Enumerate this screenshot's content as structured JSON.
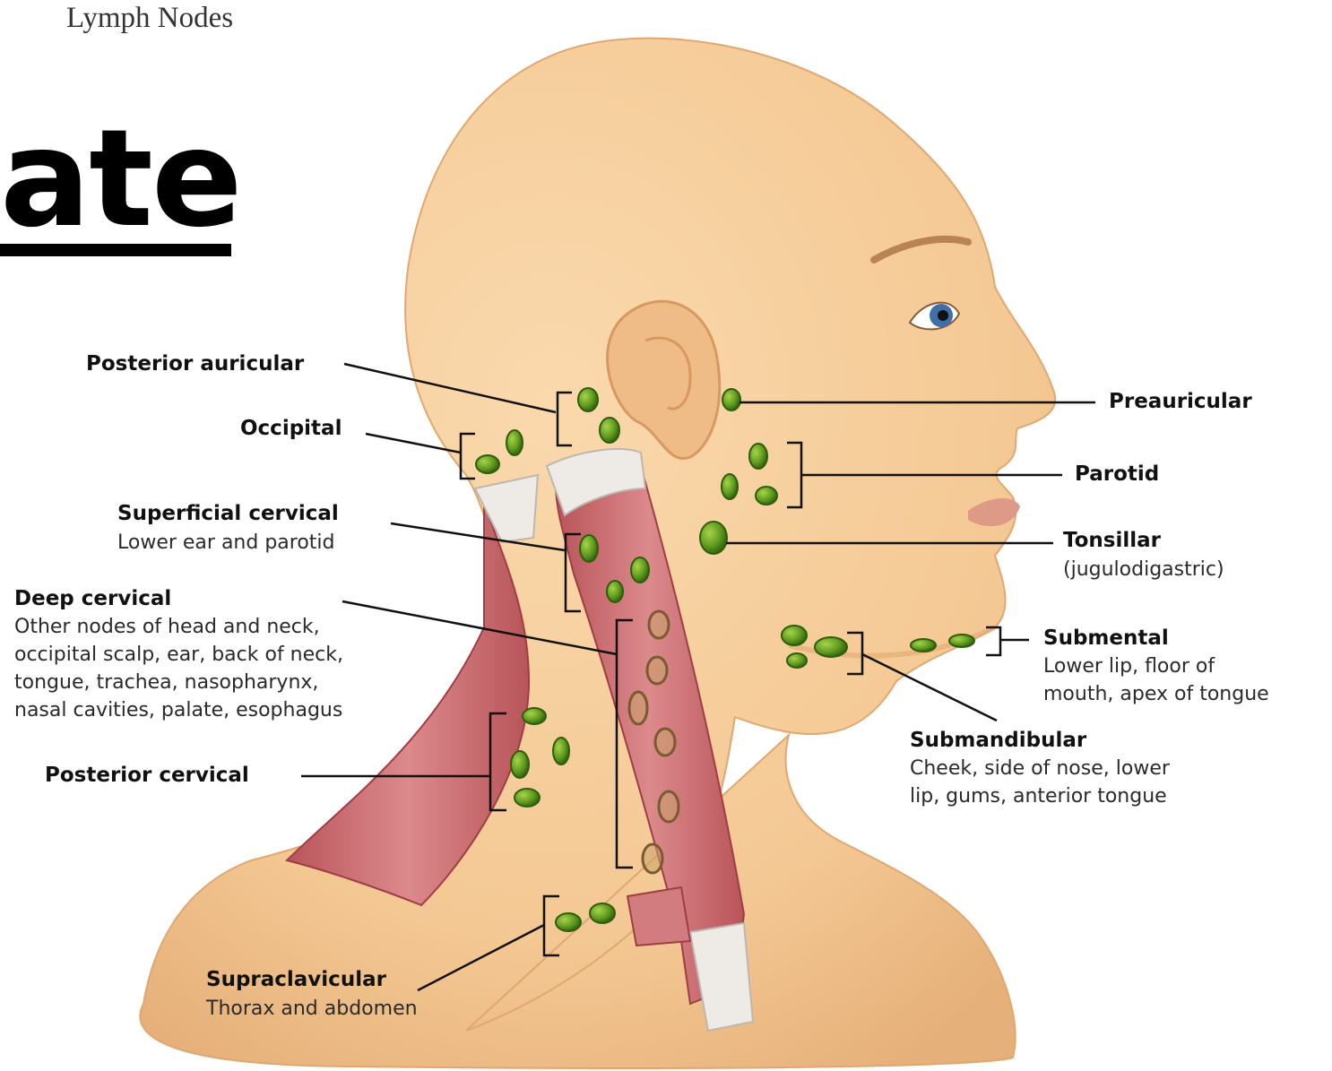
{
  "header": {
    "title": "Lymph Nodes",
    "big_word": "ate"
  },
  "labels": {
    "posterior_auricular": "Posterior auricular",
    "occipital": "Occipital",
    "superficial_cervical": "Superficial cervical",
    "superficial_cervical_desc": "Lower ear and parotid",
    "deep_cervical": "Deep cervical",
    "deep_cervical_desc": "Other nodes of head and neck,\noccipital scalp, ear, back of neck,\ntongue, trachea, nasopharynx,\nnasal cavities, palate, esophagus",
    "posterior_cervical": "Posterior cervical",
    "supraclavicular": "Supraclavicular",
    "supraclavicular_desc": "Thorax and abdomen",
    "preauricular": "Preauricular",
    "parotid": "Parotid",
    "tonsillar": "Tonsillar",
    "tonsillar_desc": "(jugulodigastric)",
    "submental": "Submental",
    "submental_desc": "Lower lip, floor of\nmouth, apex of tongue",
    "submandibular": "Submandibular",
    "submandibular_desc": "Cheek, side of nose, lower\nlip, gums, anterior tongue"
  },
  "colors": {
    "skin": "#f6cf9f",
    "skin_shadow": "#e7b27c",
    "muscle": "#c9646a",
    "tendon": "#eeeae6",
    "node": "#5f9a1f",
    "node_dark": "#2e5e0a",
    "deep_node": "#caa26a",
    "line": "#111111"
  }
}
